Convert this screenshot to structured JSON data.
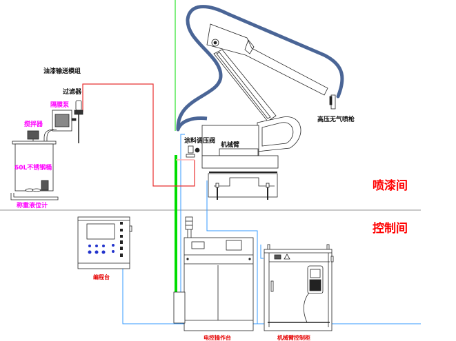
{
  "diagram": {
    "title": "喷涂系统布局图",
    "zones": {
      "spray_room": "喷漆间",
      "control_room": "控制间"
    },
    "components": {
      "paint_module": "油漆输送模组",
      "filter": "过滤器",
      "diaphragm_pump": "隔膜泵",
      "mixer": "搅拌器",
      "tank": "60L不锈钢桶",
      "level_gauge": "称重液位计",
      "pressure_valve": "涂料调压阀",
      "robot_arm": "机械臂",
      "spray_gun": "高压无气喷枪",
      "teach_station": "编程台",
      "electric_cabinet": "电控操作台",
      "robot_controller": "机械臂控制柜"
    },
    "colors": {
      "paint_line": "#e83030",
      "air_line": "#00dd00",
      "signal_line": "#3399ff",
      "cable_hose": "#4a6596",
      "zone_divider": "#c8c8c8",
      "outline": "#222222",
      "zone_label": "#ff0000",
      "magenta_label": "#ff00ff"
    }
  }
}
